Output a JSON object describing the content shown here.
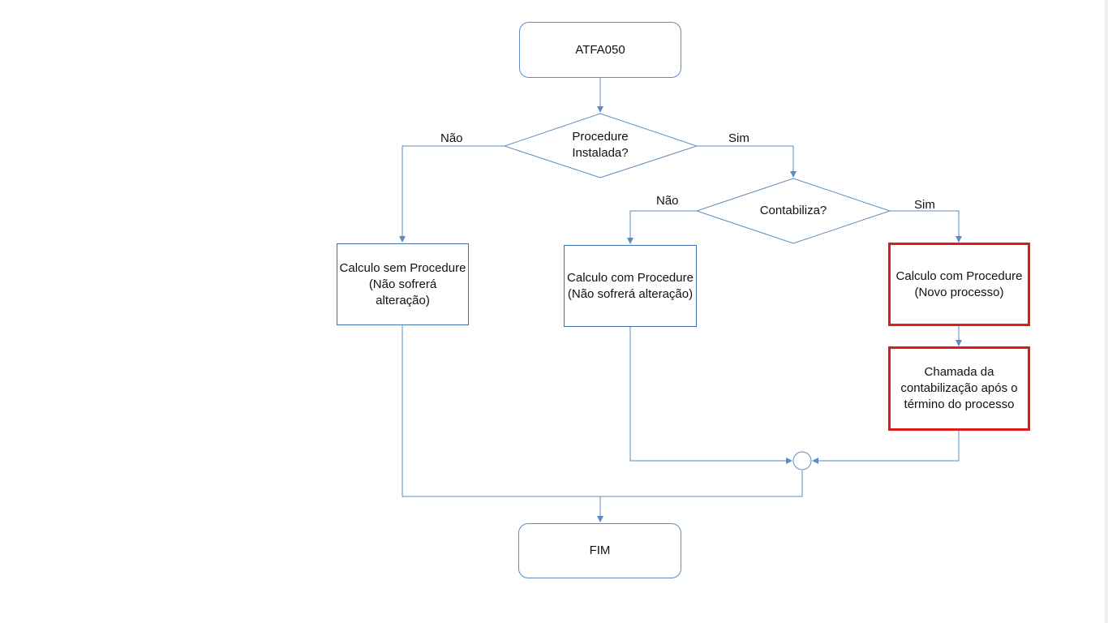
{
  "nodes": {
    "start": "ATFA050",
    "procedure_decision": "Procedure\nInstalada?",
    "contabiliza_decision": "Contabiliza?",
    "calc_sem_procedure": "Calculo sem Procedure\n(Não sofrerá\nalteração)",
    "calc_com_procedure_nao": "Calculo com Procedure\n(Não sofrerá alteração)",
    "calc_com_procedure_novo": "Calculo com Procedure\n(Novo processo)",
    "chamada_contabilizacao": "Chamada da\ncontabilização após o\ntérmino do processo",
    "end": "FIM"
  },
  "edge_labels": {
    "procedure_nao": "Não",
    "procedure_sim": "Sim",
    "contabiliza_nao": "Não",
    "contabiliza_sim": "Sim"
  },
  "colors": {
    "connector": "#5b8bc2",
    "highlight": "#e01b1b"
  }
}
